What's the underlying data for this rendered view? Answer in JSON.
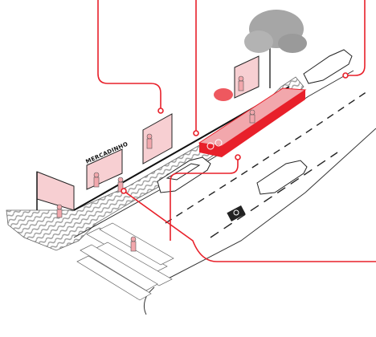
{
  "diagram": {
    "shop_sign": "MERCADINHO",
    "colors": {
      "accent": "#e8202a",
      "accent_light": "#f2a7ac",
      "accent_pale": "#f7cfd2",
      "line": "#222222",
      "paving": "#d9d9d9",
      "tree": "#9a9a9a"
    },
    "callouts": [
      "storefront-upper",
      "storefront-middle",
      "parklet",
      "crosswalk-corner",
      "street-parking"
    ],
    "icons": [
      "accessible-parking-icon",
      "tree-icon",
      "bicycle-rack-icon"
    ]
  }
}
